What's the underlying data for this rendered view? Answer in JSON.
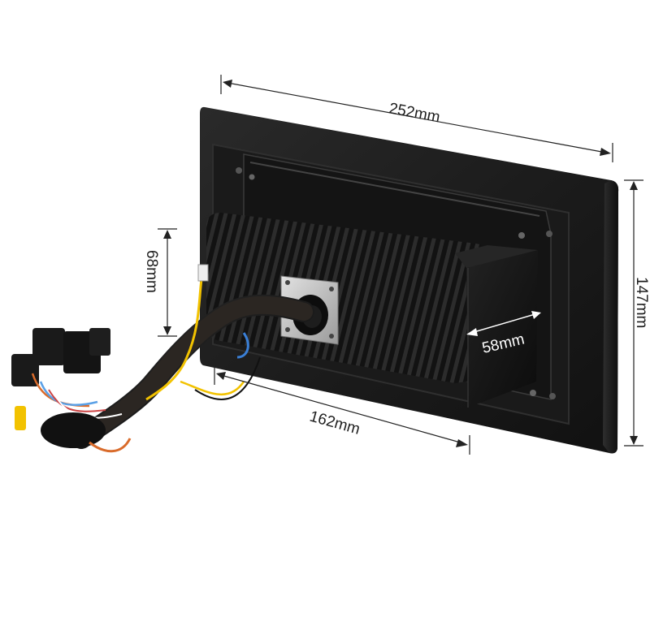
{
  "dimensions": {
    "width_label": "252mm",
    "height_label": "147mm",
    "body_height_label": "68mm",
    "body_depth_label": "58mm",
    "body_width_label": "162mm"
  },
  "colors": {
    "background": "#ffffff",
    "panel": "#1b1b1b",
    "heatsink": "#151515",
    "dimension_lines": "#222222",
    "wire_yellow": "#f2c200",
    "wire_blue": "#3a7fd6",
    "cable_sleeve": "#2b2622"
  }
}
